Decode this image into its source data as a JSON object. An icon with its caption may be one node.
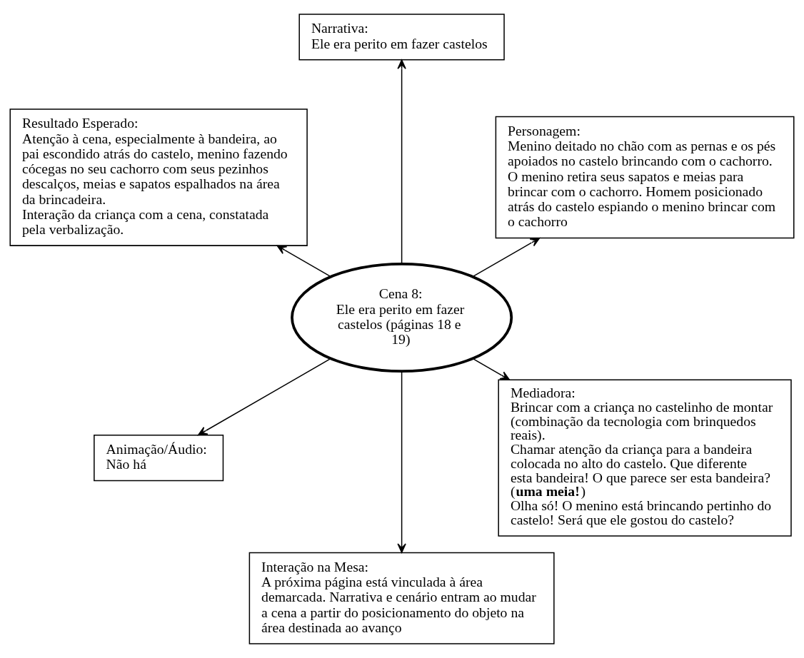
{
  "diagram": {
    "nodes": [
      {
        "text": [
          "Cena 8:",
          "Ele era perito em fazer castelos (páginas 18 e 19)"
        ]
      },
      {
        "text": [
          "Personagem:",
          "Menino deitado no chão com as pernas e os pés apoiados no castelo brincando com o cachorro.",
          "O menino retira seus sapatos e meias para brincar com o cachorro. Homem posicionado atrás do castelo espiando o menino brincar com o cachorro"
        ]
      },
      {
        "text": [
          "Narrativa:",
          "Ele era perito em fazer castelos"
        ]
      },
      {
        "text": [
          "Resultado Esperado:",
          "Atenção à cena, especialmente à bandeira, ao pai escondido atrás do castelo, menino fazendo cócegas no seu cachorro com seus pezinhos descalços, meias e sapatos espalhados na área da brincadeira.",
          "Interação da criança com a cena, constatada pela verbalização."
        ]
      },
      {
        "text": [
          "Animação/Áudio:",
          "Não há"
        ]
      },
      {
        "text": [
          "Interação na Mesa:",
          "A próxima página está vinculada à área demarcada. Narrativa e cenário entram ao mudar a cena a partir do posicionamento do objeto na área destinada ao avanço"
        ]
      },
      {
        "text": [
          "Mediadora:",
          "Brincar com a criança no castelinho de montar (combinação da tecnologia com brinquedos reais).",
          "Chamar atenção da criança para a bandeira colocada no alto do castelo. Que diferente esta bandeira! O que parece ser esta bandeira? (**uma meia!**)",
          "Olha só! O menino está brincando pertinho do castelo! Será que ele gostou do castelo?"
        ]
      }
    ],
    "edges": [
      {
        "from": 0,
        "to": 1,
        "arrow": "to"
      },
      {
        "from": 0,
        "to": 2,
        "arrow": "to"
      },
      {
        "from": 0,
        "to": 3,
        "arrow": "to"
      },
      {
        "from": 0,
        "to": 4,
        "arrow": "to"
      },
      {
        "from": 0,
        "to": 5,
        "arrow": "to"
      },
      {
        "from": 0,
        "to": 6,
        "arrow": "to"
      }
    ]
  }
}
